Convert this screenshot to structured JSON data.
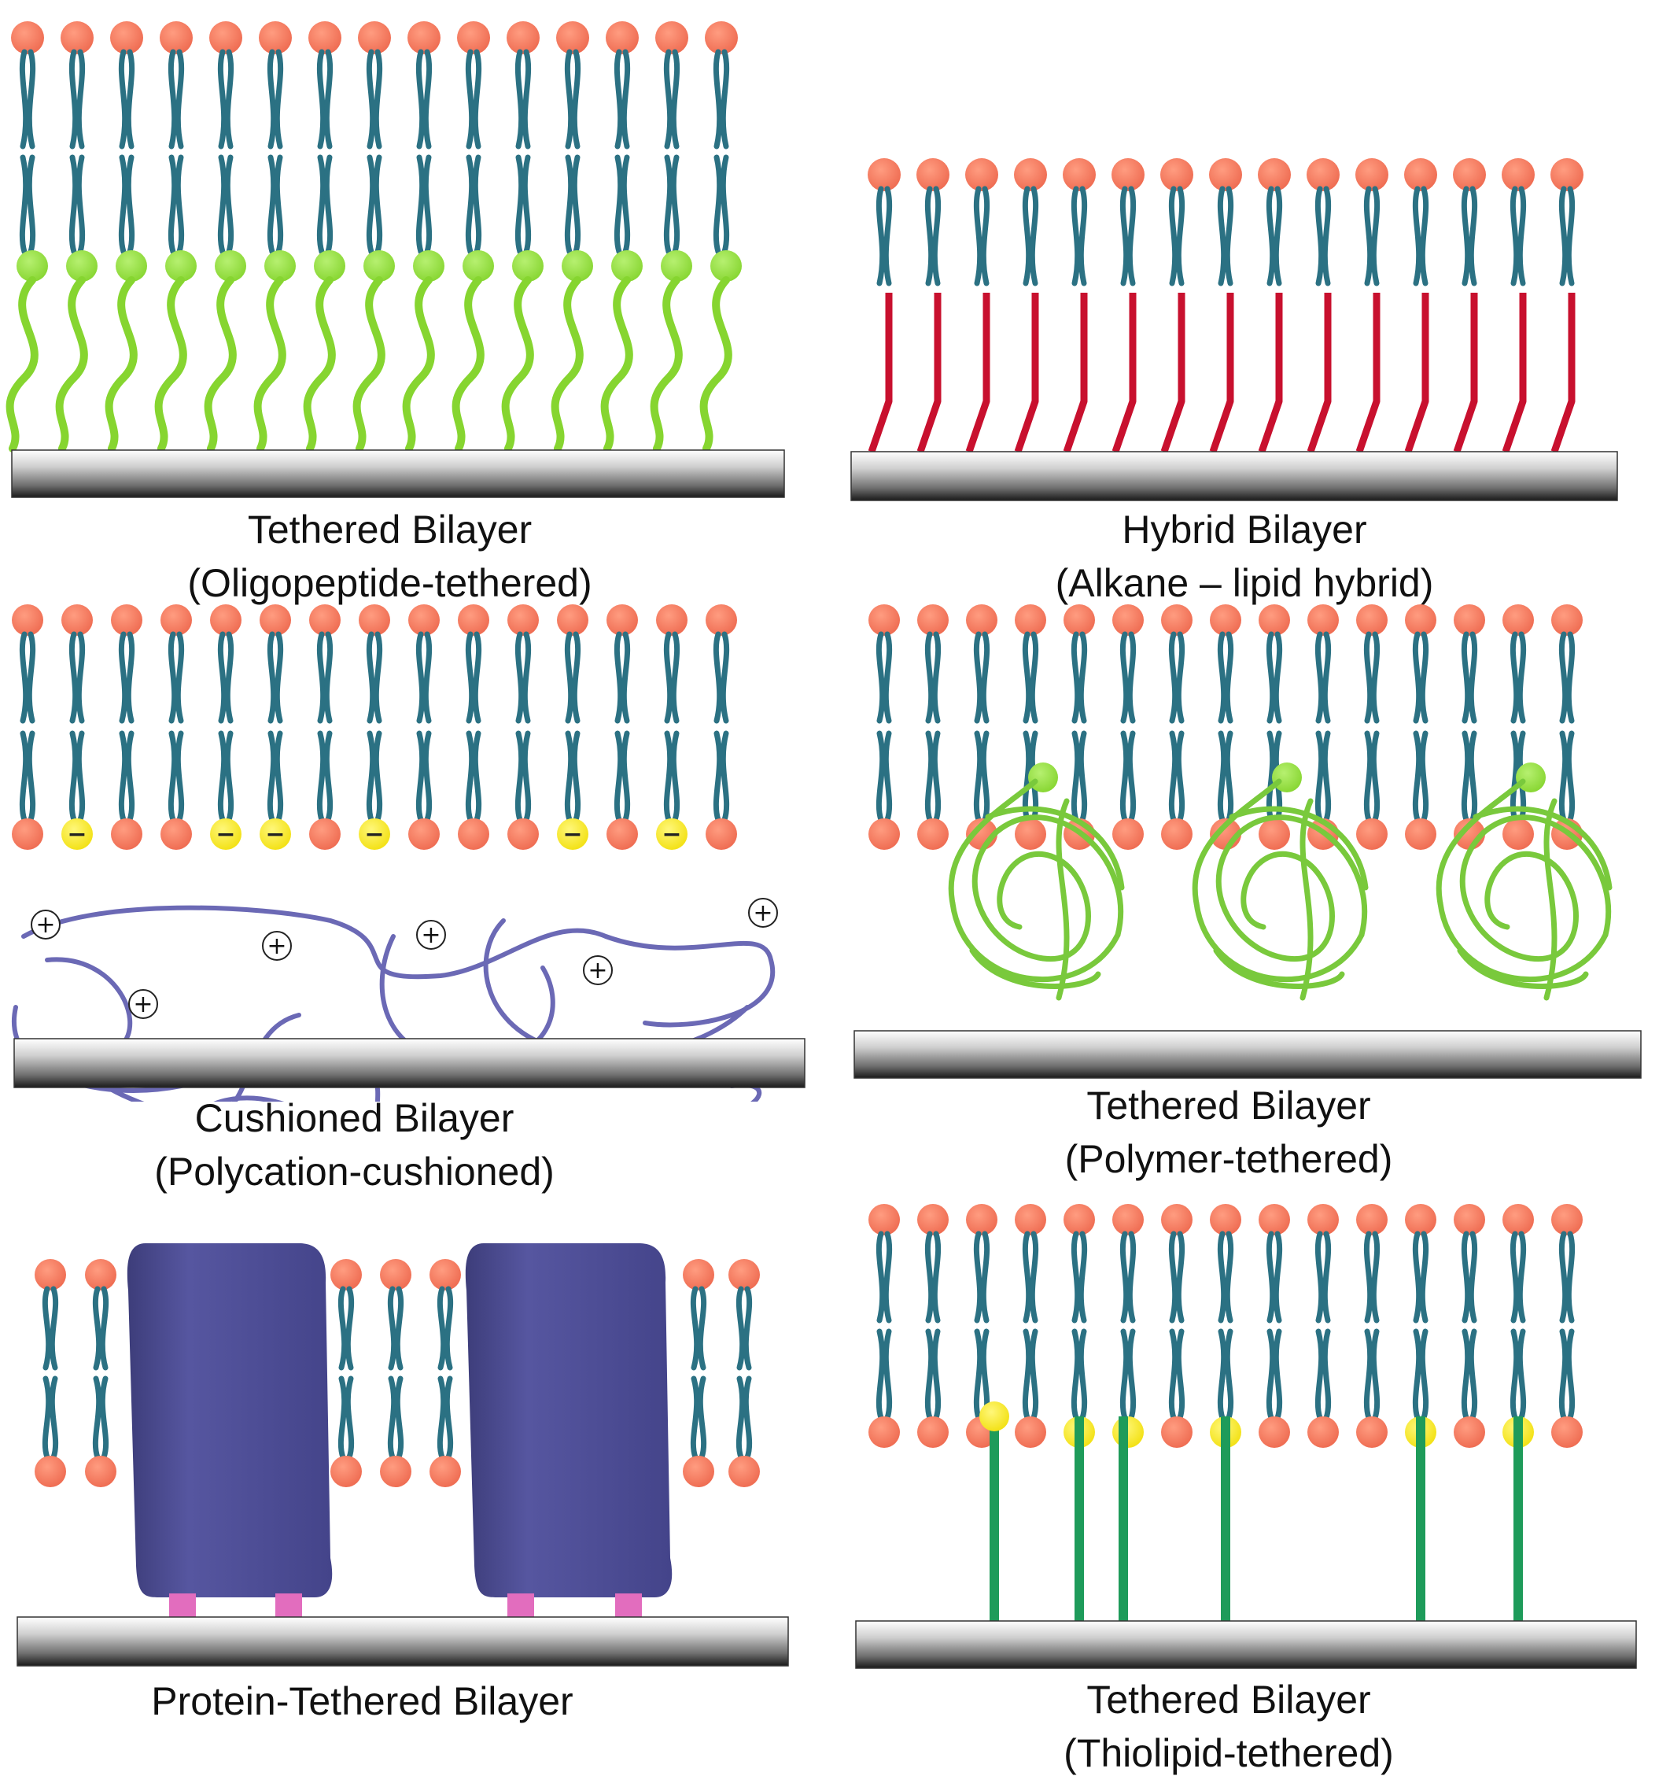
{
  "colors": {
    "lipid_head": "#ee6a50",
    "lipid_tail": "#2b7183",
    "oligopeptide": "#86d530",
    "alkane": "#c8102e",
    "polycation": "#6b69b5",
    "polymer": "#79c93c",
    "protein": "#4a4a8f",
    "anchor": "#e26dbe",
    "thiolipid_head": "#f2e010",
    "thiolipid_spacer": "#1e9b5a",
    "substrate": "#8a8a8a"
  },
  "charges": {
    "negative": "−",
    "positive": "+"
  },
  "panels": [
    {
      "id": "oligopeptide",
      "title": "Tethered Bilayer",
      "subtitle": "(Oligopeptide-tethered)"
    },
    {
      "id": "hybrid",
      "title": "Hybrid Bilayer",
      "subtitle": "(Alkane – lipid hybrid)"
    },
    {
      "id": "cushioned",
      "title": "Cushioned Bilayer",
      "subtitle": "(Polycation-cushioned)"
    },
    {
      "id": "polymer",
      "title": "Tethered Bilayer",
      "subtitle": "(Polymer-tethered)"
    },
    {
      "id": "protein",
      "title": "Protein-Tethered Bilayer",
      "subtitle": ""
    },
    {
      "id": "thiolipid",
      "title": "Tethered Bilayer",
      "subtitle": "(Thiolipid-tethered)"
    }
  ]
}
